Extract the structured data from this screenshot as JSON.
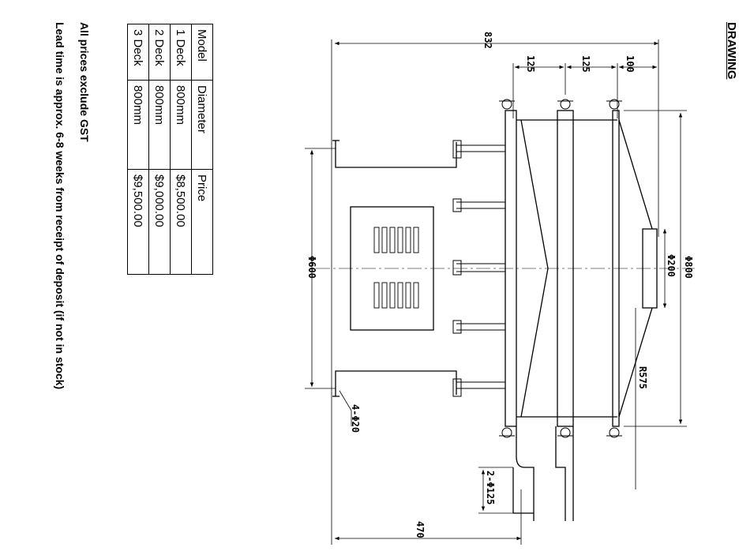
{
  "heading": "DRAWING",
  "table": {
    "headers": [
      "Model",
      "Diameter",
      "Price"
    ],
    "rows": [
      [
        "1 Deck",
        "800mm",
        "$8,500.00"
      ],
      [
        "2 Deck",
        "800mm",
        "$9,000.00"
      ],
      [
        "3 Deck",
        "800mm",
        "$9,500.00"
      ]
    ]
  },
  "notes": {
    "gst": "All prices exclude GST",
    "lead_time": "Lead time is approx. 6-8 weeks from receipt of deposit (if not in stock)"
  },
  "dimensions": {
    "overall_length": "832",
    "spacing_a": "125",
    "spacing_b": "125",
    "spacing_c": "100",
    "dia_800": "Φ800",
    "dia_200": "Φ200",
    "dia_600": "Φ600",
    "radius": "R575",
    "bolt_holes": "4-Φ20",
    "outlets": "2-Φ125",
    "base_height": "470"
  }
}
